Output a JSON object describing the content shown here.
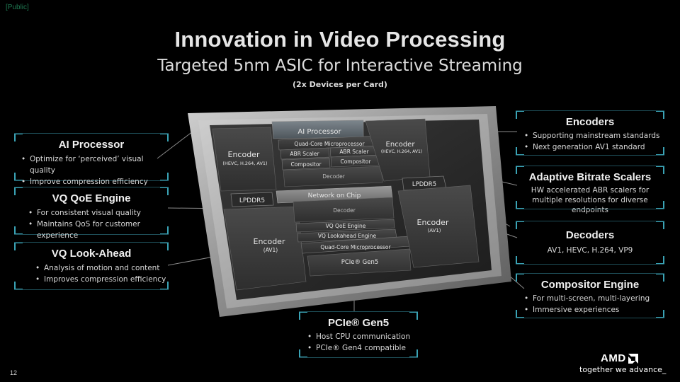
{
  "header": {
    "classification": "[Public]",
    "title": "Innovation in Video Processing",
    "subtitle": "Targeted 5nm ASIC for Interactive Streaming",
    "note": "(2x Devices per Card)"
  },
  "footer": {
    "page_number": "12",
    "brand": "AMD",
    "tagline": "together we advance_"
  },
  "chip": {
    "blocks": {
      "ai_processor": "AI Processor",
      "quad_core_top": "Quad-Core Microprocessor",
      "abr_scaler_1": "ABR Scaler",
      "abr_scaler_2": "ABR Scaler",
      "compositor_1": "Compositor",
      "compositor_2": "Compositor",
      "decoder_top": "Decoder",
      "encoder_tl": "Encoder",
      "encoder_tl_sub": "(HEVC, H.264, AV1)",
      "encoder_tr": "Encoder",
      "encoder_tr_sub": "(HEVC, H.264, AV1)",
      "lpddr5_left": "LPDDR5",
      "lpddr5_right": "LPDDR5",
      "noc": "Network on Chip",
      "decoder_mid": "Decoder",
      "vq_qoe": "VQ QoE Engine",
      "vq_lookahead": "VQ Lookahead Engine",
      "quad_core_bottom": "Quad-Core Microprocessor",
      "pcie": "PCIe® Gen5",
      "encoder_bl": "Encoder",
      "encoder_bl_sub": "(AV1)",
      "encoder_br": "Encoder",
      "encoder_br_sub": "(AV1)"
    }
  },
  "callouts": {
    "ai_processor": {
      "title": "AI Processor",
      "bullets": [
        "Optimize for ‘perceived’ visual quality",
        "Improve compression efficiency"
      ]
    },
    "vq_qoe": {
      "title": "VQ QoE Engine",
      "bullets": [
        "For consistent visual quality",
        "Maintains QoS for customer experience"
      ]
    },
    "vq_lookahead": {
      "title": "VQ Look-Ahead",
      "bullets": [
        "Analysis of motion and content",
        "Improves compression efficiency"
      ]
    },
    "encoders": {
      "title": "Encoders",
      "bullets": [
        "Supporting mainstream standards",
        "Next generation AV1 standard"
      ]
    },
    "abr": {
      "title": "Adaptive Bitrate Scalers",
      "text": "HW accelerated ABR scalers for multiple resolutions for diverse endpoints"
    },
    "decoders": {
      "title": "Decoders",
      "text": "AV1, HEVC, H.264, VP9"
    },
    "compositor": {
      "title": "Compositor Engine",
      "bullets": [
        "For multi-screen, multi-layering",
        "Immersive experiences"
      ]
    },
    "pcie": {
      "title": "PCIe® Gen5",
      "bullets": [
        "Host CPU communication",
        "PCIe® Gen4 compatible"
      ]
    }
  },
  "colors": {
    "accent": "#3aa3b5",
    "background": "#000000"
  }
}
